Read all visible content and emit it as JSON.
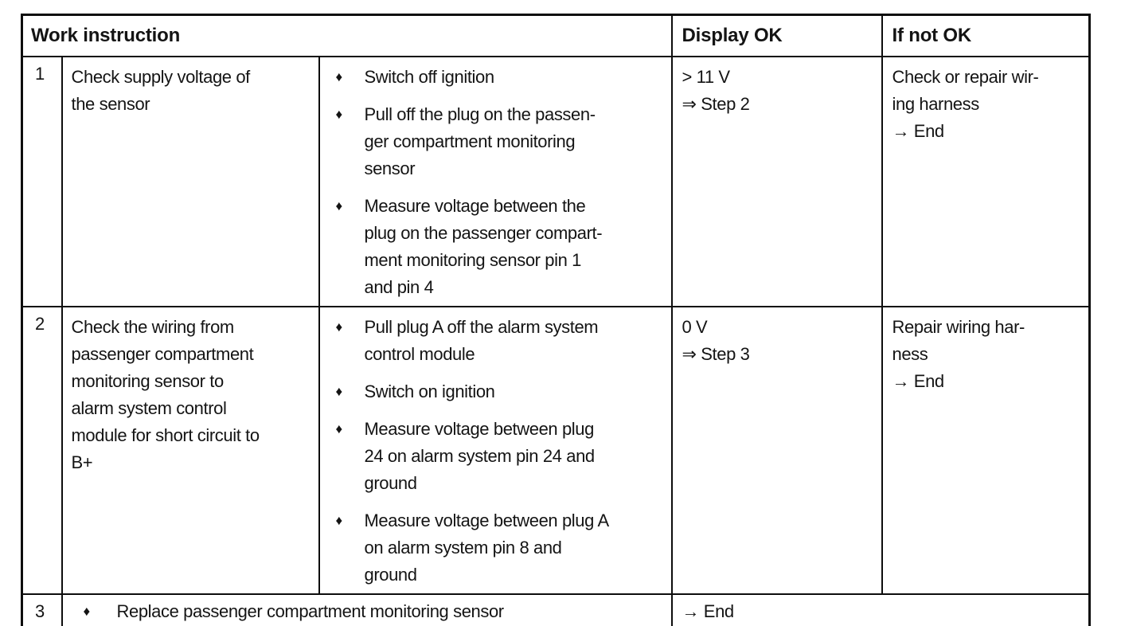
{
  "table": {
    "bullet_char": "♦",
    "header": {
      "work_instruction": "Work instruction",
      "display_ok": "Display OK",
      "if_not_ok": "If not OK"
    },
    "rows": [
      {
        "num": "1",
        "task": "Check supply voltage of\nthe sensor",
        "steps": [
          "Switch off ignition",
          "Pull off the plug on the passen-\nger compartment monitoring\nsensor",
          "Measure voltage between the\nplug on the passenger compart-\nment monitoring sensor pin 1\nand pin 4"
        ],
        "display_ok": "> 11 V\n⇒ Step 2",
        "if_not_ok": "Check or repair wir-\ning harness\n→ End"
      },
      {
        "num": "2",
        "task": "Check the wiring from\npassenger compartment\nmonitoring sensor to\nalarm system control\nmodule for short circuit to\nB+",
        "steps": [
          "Pull plug A off the alarm system\ncontrol module",
          "Switch on ignition",
          "Measure voltage between plug\n24 on alarm system pin 24 and\nground",
          "Measure voltage between plug A\non alarm system pin 8 and\nground"
        ],
        "display_ok": "0 V\n⇒ Step 3",
        "if_not_ok": "Repair wiring har-\nness\n→ End"
      }
    ],
    "final_row": {
      "num": "3",
      "step": "Replace passenger compartment monitoring sensor",
      "result": "→ End"
    }
  }
}
